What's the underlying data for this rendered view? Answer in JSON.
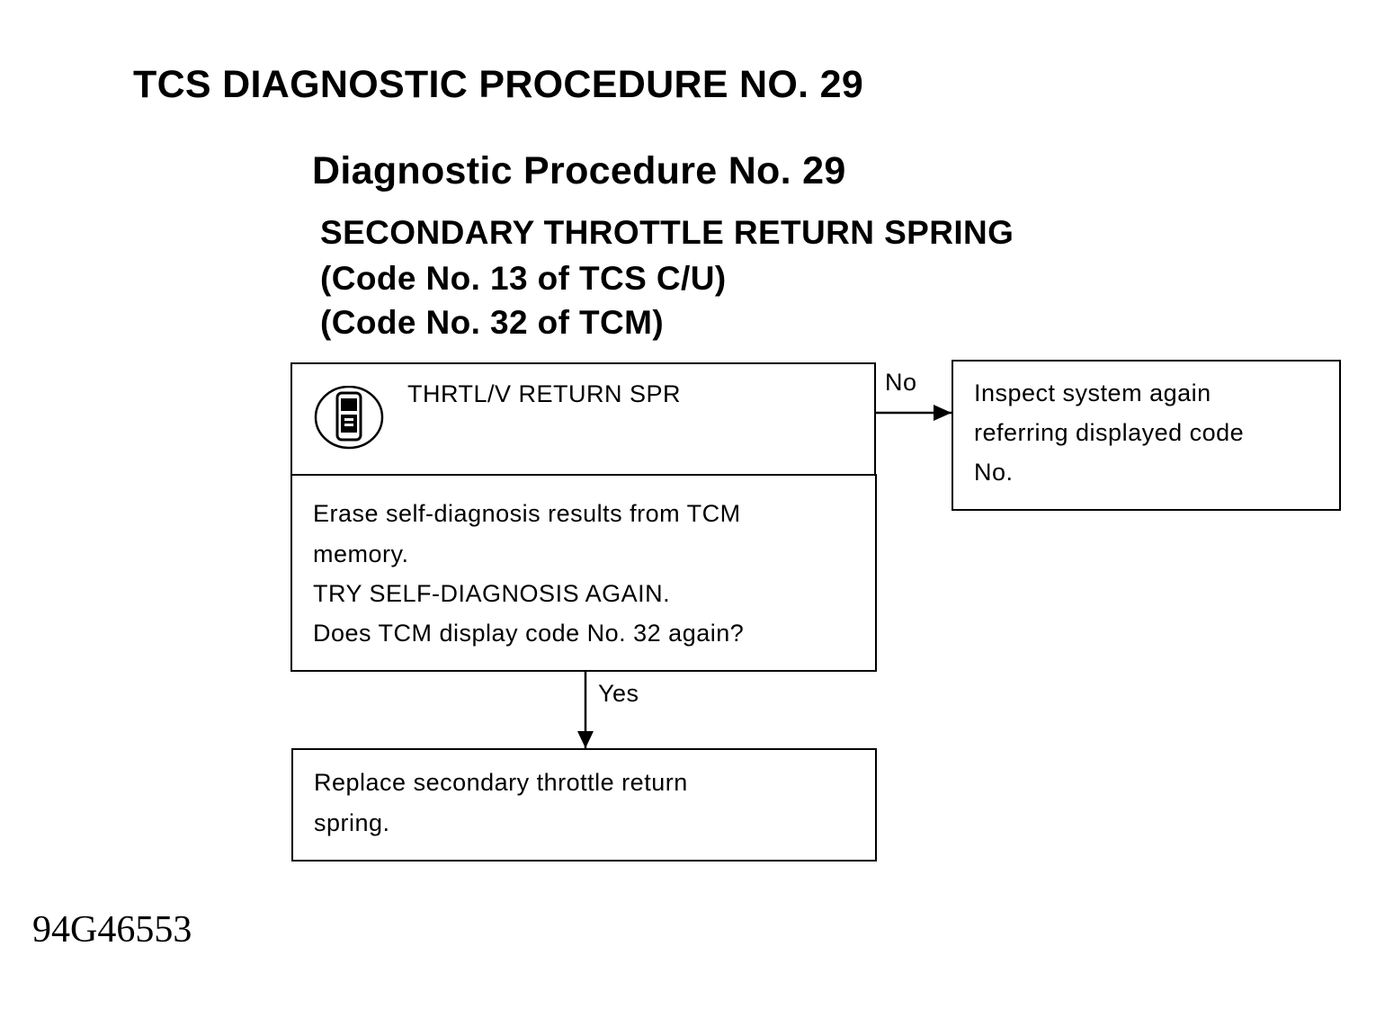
{
  "document": {
    "main_title": "TCS DIAGNOSTIC PROCEDURE NO. 29",
    "sub_title": "Diagnostic Procedure No. 29",
    "heading_lines": [
      "SECONDARY THROTTLE RETURN SPRING",
      "(Code No. 13 of TCS C/U)",
      "(Code No. 32 of TCM)"
    ],
    "figure_id": "94G46553"
  },
  "flowchart": {
    "monitor_box": {
      "icon": "consult-tester-icon",
      "label": "THRTL/V RETURN SPR"
    },
    "check_box": {
      "lines": [
        "Erase self-diagnosis results from TCM",
        "memory.",
        "TRY SELF-DIAGNOSIS AGAIN.",
        "Does TCM display code No. 32 again?"
      ]
    },
    "no_branch": {
      "label": "No",
      "lines": [
        "Inspect system again",
        "referring displayed code",
        "No."
      ]
    },
    "yes_branch": {
      "label": "Yes",
      "lines": [
        "Replace secondary throttle return",
        "spring."
      ]
    }
  }
}
